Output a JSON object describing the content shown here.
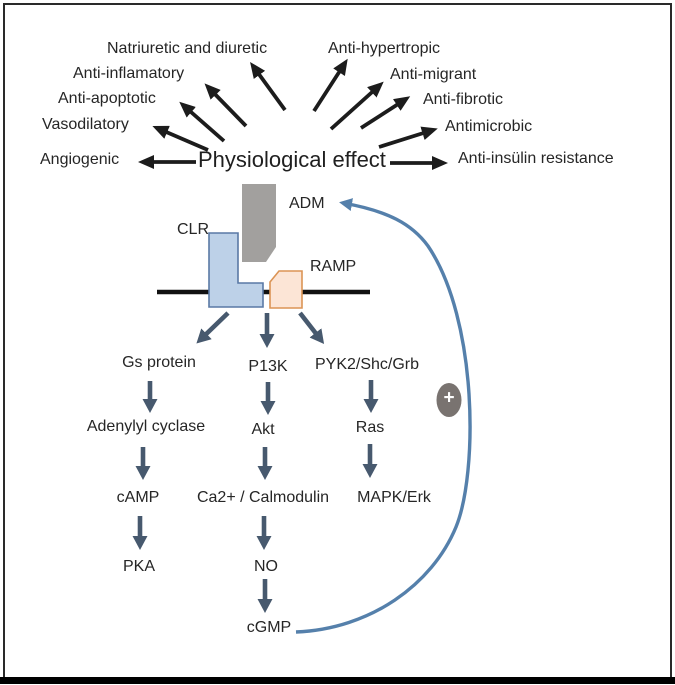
{
  "figure": {
    "title": "Physiological effect",
    "effects_left": [
      "Natriuretic and diuretic",
      "Anti-inflamatory",
      "Anti-apoptotic",
      "Vasodilatory",
      "Angiogenic"
    ],
    "effects_right": [
      "Anti-hypertropic",
      "Anti-migrant",
      "Anti-fibrotic",
      "Antimicrobic",
      "Anti-insülin resistance"
    ],
    "receptor": {
      "ligand": "ADM",
      "receptor": "CLR",
      "coreceptor": "RAMP"
    },
    "pathway_gs": [
      "Gs protein",
      "Adenylyl cyclase",
      "cAMP",
      "PKA"
    ],
    "pathway_pi3k": [
      "P13K",
      "Akt",
      "Ca2+ / Calmodulin",
      "NO",
      "cGMP"
    ],
    "pathway_pyk2": [
      "PYK2/Shc/Grb",
      "Ras",
      "MAPK/Erk"
    ],
    "feedback": {
      "symbol": "+"
    },
    "colors": {
      "clr_fill": "#bdd1e8",
      "clr_stroke": "#5a79a5",
      "ramp_fill": "#fce5d6",
      "ramp_stroke": "#db9455",
      "adm_fill": "#a2a09e",
      "membrane": "#111111",
      "cascade_arrow": "#47596e",
      "effect_arrow": "#1c1c1c",
      "feedback_arrow": "#5580ab",
      "plus_badge": "#797370",
      "text": "#262626"
    }
  }
}
